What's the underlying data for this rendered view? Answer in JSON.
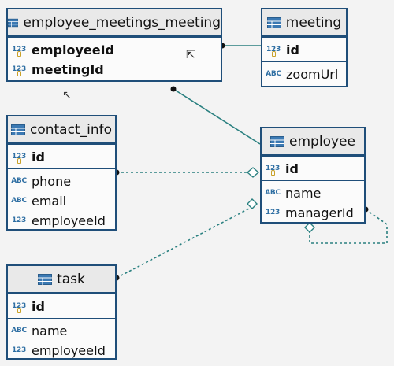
{
  "entities": {
    "employee_meetings_meeting": {
      "title": "employee_meetings_meeting",
      "fields": [
        {
          "type": "123",
          "name": "employeeId"
        },
        {
          "type": "123",
          "name": "meetingId"
        }
      ]
    },
    "meeting": {
      "title": "meeting",
      "key": {
        "type": "123",
        "name": "id"
      },
      "fields": [
        {
          "type": "ABC",
          "name": "zoomUrl"
        }
      ]
    },
    "contact_info": {
      "title": "contact_info",
      "key": {
        "type": "123",
        "name": "id"
      },
      "fields": [
        {
          "type": "ABC",
          "name": "phone"
        },
        {
          "type": "ABC",
          "name": "email"
        },
        {
          "type": "123",
          "name": "employeeId"
        }
      ]
    },
    "employee": {
      "title": "employee",
      "key": {
        "type": "123",
        "name": "id"
      },
      "fields": [
        {
          "type": "ABC",
          "name": "name"
        },
        {
          "type": "123",
          "name": "managerId"
        }
      ]
    },
    "task": {
      "title": "task",
      "key": {
        "type": "123",
        "name": "id"
      },
      "fields": [
        {
          "type": "ABC",
          "name": "name"
        },
        {
          "type": "123",
          "name": "employeeId"
        }
      ]
    }
  },
  "colors": {
    "entity_border": "#1f4e79",
    "header_bg": "#e9e9e9",
    "relation_line": "#2a8080",
    "type_badge": "#2f6fa3"
  }
}
